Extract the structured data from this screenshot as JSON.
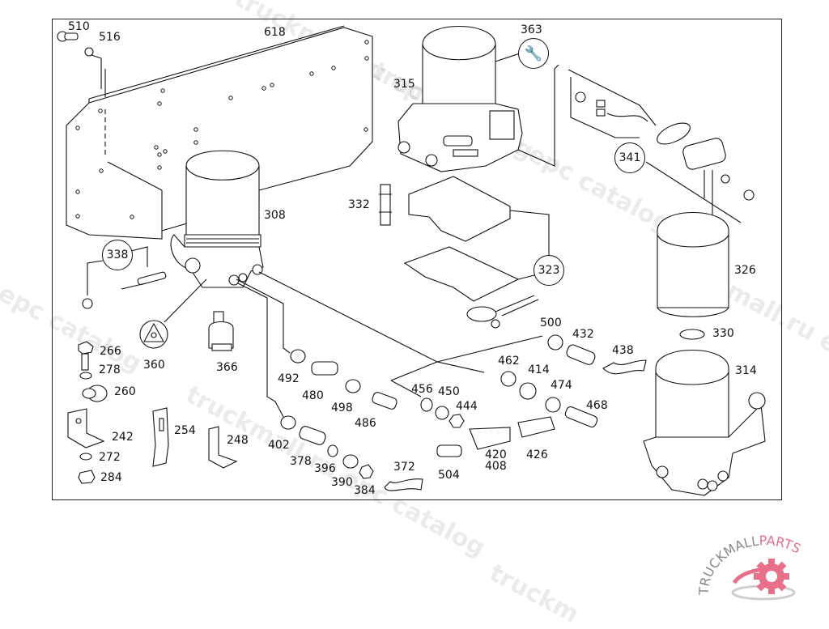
{
  "diagram": {
    "type": "exploded-parts-diagram",
    "subject": "air dryer assembly"
  },
  "labels": {
    "p510": "510",
    "p516": "516",
    "p618": "618",
    "p363": "363",
    "p315": "315",
    "p341": "341",
    "p308": "308",
    "p332": "332",
    "p326": "326",
    "p338": "338",
    "p323": "323",
    "p360": "360",
    "p366": "366",
    "p266": "266",
    "p278": "278",
    "p260": "260",
    "p242": "242",
    "p254": "254",
    "p248": "248",
    "p272": "272",
    "p284": "284",
    "p492": "492",
    "p480": "480",
    "p498": "498",
    "p486": "486",
    "p402": "402",
    "p378": "378",
    "p396": "396",
    "p390": "390",
    "p384": "384",
    "p372": "372",
    "p456": "456",
    "p450": "450",
    "p444": "444",
    "p504": "504",
    "p420": "420",
    "p408": "408",
    "p462": "462",
    "p414": "414",
    "p474": "474",
    "p426": "426",
    "p468": "468",
    "p500": "500",
    "p432": "432",
    "p438": "438",
    "p330": "330",
    "p314": "314"
  },
  "watermarks": {
    "w1": "truckmall.ru epc catalog",
    "w2": "truckmall.ru epc catalog",
    "w3": "truckmall.ru epc catalog",
    "w4": "truckmall.ru epc catalog",
    "w5": "truckmall.ru e",
    "w6": "l epc catalog",
    "w7": "truckm"
  },
  "logo": {
    "text_dark": "TRUCKMALL",
    "text_accent": "PARTS",
    "accent_color": "#e8708a",
    "dark_color": "#8a8a8a"
  }
}
